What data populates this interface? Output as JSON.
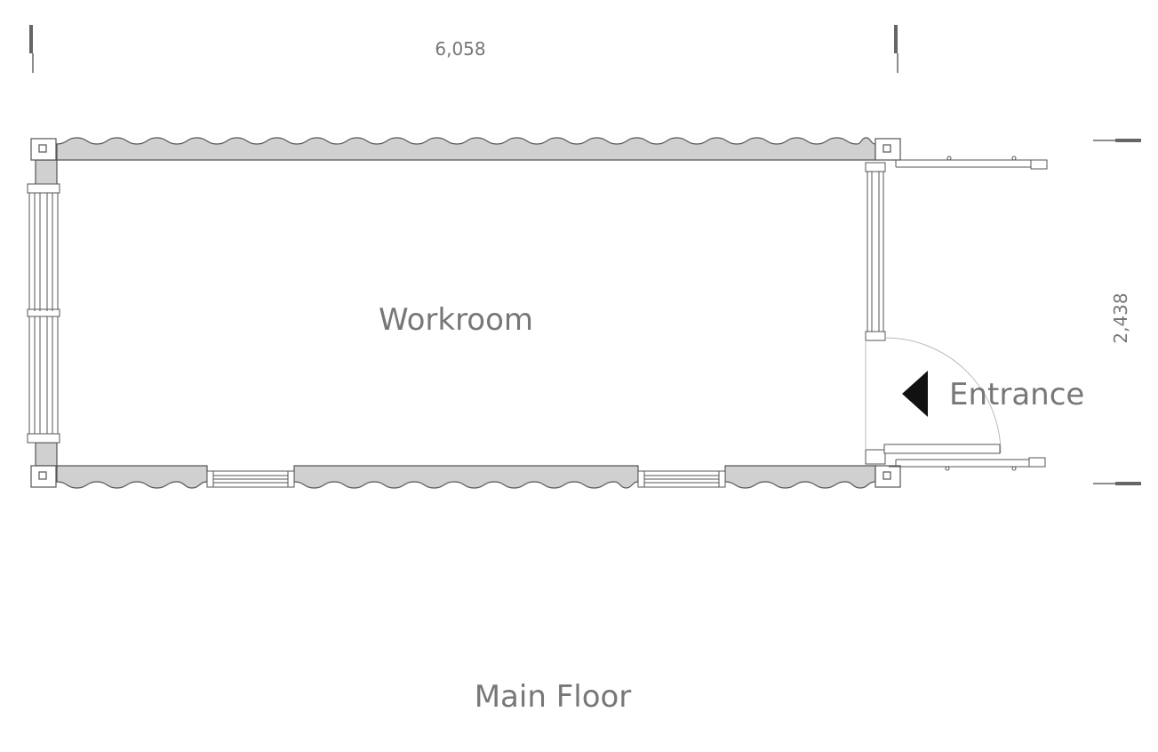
{
  "floor_plan": {
    "caption": "Main Floor",
    "room_label": "Workroom",
    "entrance_label": "Entrance",
    "length_dimension": "6,058",
    "width_dimension": "2,438"
  },
  "colors": {
    "wall_fill": "#d0d0d0",
    "line": "#555555",
    "text": "#777777",
    "arrow": "#111111"
  }
}
